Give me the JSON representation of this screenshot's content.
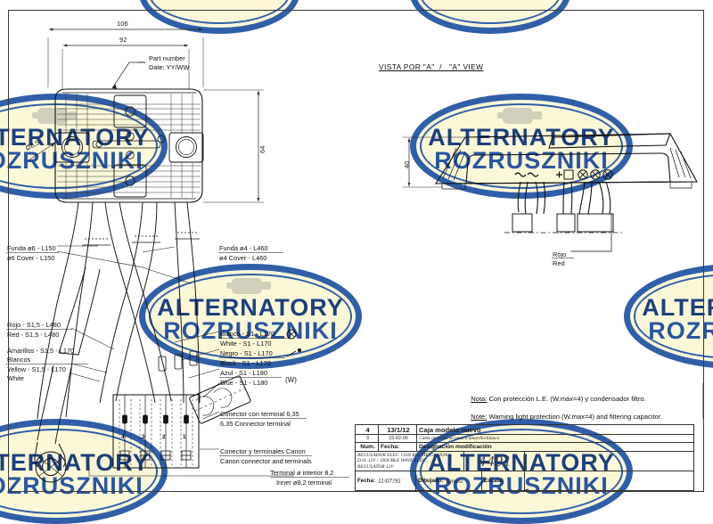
{
  "sheet": {
    "title_view_a": "VISTA POR \"A\"  /   \"A\" VIEW"
  },
  "dimensions": {
    "width_outer": "106",
    "width_inner": "92",
    "height_front": "64",
    "hole_diameter": "Ø8,5",
    "height_side": "40"
  },
  "callouts": {
    "part_number_line1": "Part number",
    "part_number_line2": "Date: YY/WW",
    "funda6_es": "Funda ø6 - L150",
    "funda6_en": "ø6 Cover - L150",
    "funda4_es": "Funda ø4 - L460",
    "funda4_en": "ø4 Cover - L460",
    "rojo_es": "Rojo - S1,5 - L480",
    "rojo_en": "Red - S1,5 - L480",
    "amarillos_es_1": "Amarillos - S1,5 - L170",
    "amarillos_es_2": "Blancos",
    "amarillos_en_1": "Yellow - S1,5 - L170",
    "amarillos_en_2": "White",
    "blanco_es": "Blanco - S1 - L170",
    "blanco_en": "White - S1 - L170",
    "negro_es": "Negro - S1 - L170",
    "negro_en": "Black - S1 - L170",
    "azul_es": "Azul - S1 - L180",
    "azul_en": "Blue - S1 - L180",
    "azul_suffix": "(W)",
    "conector635_es": "Conector con terminal 6,35",
    "conector635_en": "6,35 Connector terminal",
    "canon_es": "Conector y terminales Canon",
    "canon_en": "Canon connector and terminals",
    "terminal82_es": "Terminal ø interior 8,2",
    "terminal82_en": "Inner ø8,2 terminal",
    "rojo_view_es": "Rojo",
    "rojo_view_en": "Red"
  },
  "terminals": {
    "numbers": [
      "4",
      "3",
      "2",
      "1"
    ],
    "symbols": [
      "~",
      "~",
      "+B",
      "⊗",
      "⊗",
      "⊗"
    ],
    "plus_b": "+B"
  },
  "note": {
    "es_label": "Nota:",
    "es_text": " Con protección L.E. (W.máx=4) y condensador filtro.",
    "en_label": "Note:",
    "en_text": " Warning light protection (W.max=4) and filtering capacitor."
  },
  "title_block": {
    "rev_rows": [
      {
        "num": "4",
        "date": "13/1/12",
        "desc": "Caja modelo nuevo"
      },
      {
        "num": "3",
        "date": "15-02-00",
        "desc": "Cable amarillo se pasa a amarillo/blanco"
      }
    ],
    "header": {
      "num": "Num.",
      "date": "Fecha:",
      "desc": "Designación modificación"
    },
    "description": "REGULADOR ELEC. CON RECTIFICACION\nD.O. 12V /  DOUBLE WAVE ELEC.\nREGULATOR 12V",
    "drawing_number": "4491",
    "fecha_label": "Fecha:",
    "fecha_value": "11/07/95",
    "dibujado_label": "Dibujado:",
    "dibujado_value": "Ignasi",
    "escala_label": "Escala:"
  },
  "watermark": {
    "line1": "ALTERNATORY",
    "line2": "ROZRUSZNIKI"
  },
  "colors": {
    "ink": "#111111",
    "frame": "#3a3a3a",
    "watermark_blue": "#1c3f7d",
    "watermark_fill": "#fbf8d8"
  }
}
